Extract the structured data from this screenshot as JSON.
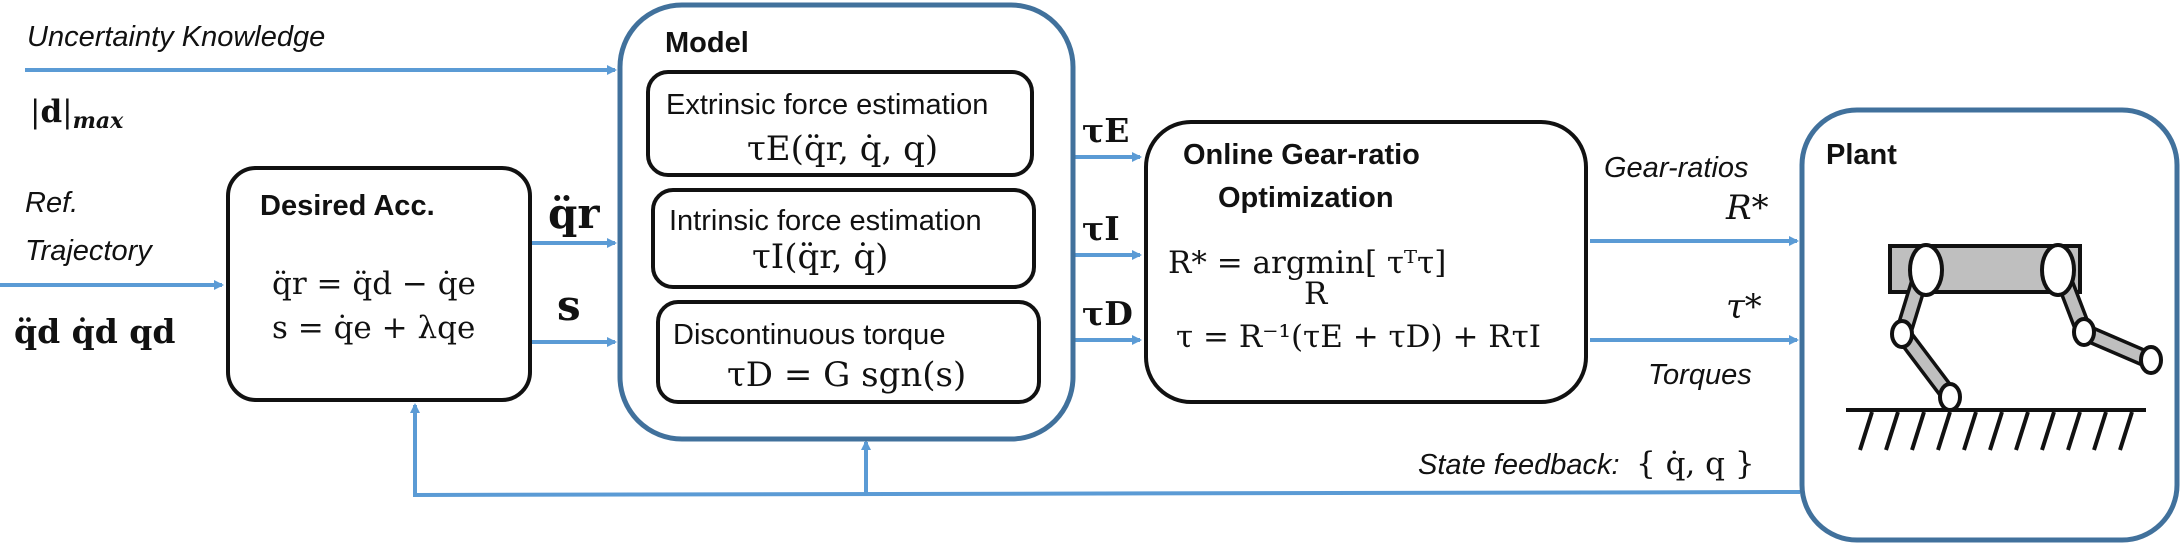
{
  "colors": {
    "arrow": "#5b9bd5",
    "model_border": "#41719c",
    "box_border": "#111111",
    "robot_fill": "#bfbfbf"
  },
  "inputs": {
    "uncertainty_label": "Uncertainty Knowledge",
    "uncertainty_value": "|d|max",
    "ref_label_1": "Ref.",
    "ref_label_2": "Trajectory",
    "ref_signals": "q̈d  q̇d  qd"
  },
  "desired_acc": {
    "title": "Desired Acc.",
    "eq1": "q̈r = q̈d − q̇e",
    "eq2": "s = q̇e + λqe",
    "out_qr": "q̈r",
    "out_s": "s"
  },
  "model": {
    "title": "Model",
    "extrinsic_label": "Extrinsic force estimation",
    "extrinsic_eq": "τE(q̈r, q̇, q)",
    "intrinsic_label": "Intrinsic force estimation",
    "intrinsic_eq": "τI(q̈r, q̇)",
    "discontinuous_label": "Discontinuous torque",
    "discontinuous_eq": "τD = G sgn(s)",
    "out_tau_e": "τE",
    "out_tau_i": "τI",
    "out_tau_d": "τD"
  },
  "optimizer": {
    "title_1": "Online Gear-ratio",
    "title_2": "Optimization",
    "eq1": "R* = argmin[ τᵀτ]",
    "eq1_sub": "R",
    "eq2": "τ =  R⁻¹(τE + τD) + RτI"
  },
  "outputs": {
    "gear_label": "Gear-ratios",
    "gear_symbol": "R*",
    "torque_symbol": "τ*",
    "torque_label": "Torques"
  },
  "plant": {
    "title": "Plant"
  },
  "feedback": {
    "label": "State feedback:",
    "signals": "{ q̇, q }"
  }
}
